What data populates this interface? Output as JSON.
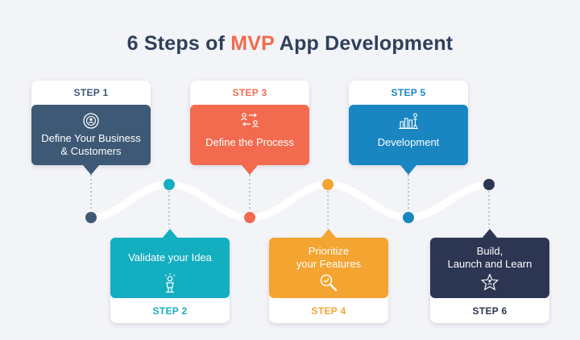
{
  "title": {
    "prefix": "6 Steps of ",
    "highlight": "MVP",
    "suffix": " App Development"
  },
  "colors": {
    "navy": "#2f3f5c",
    "steel": "#3d5975",
    "coral": "#f26b4e",
    "blue": "#1a86c1",
    "teal": "#14aec1",
    "orange": "#f4a431",
    "dark": "#2c3552"
  },
  "steps": [
    {
      "label": "STEP 1",
      "text": [
        "Define Your Business",
        "& Customers"
      ],
      "icon": "target-person-icon",
      "color": "#3d5975"
    },
    {
      "label": "STEP 2",
      "text": [
        "Validate your Idea"
      ],
      "icon": "idea-presenter-icon",
      "color": "#14aec1"
    },
    {
      "label": "STEP 3",
      "text": [
        "Define the Process"
      ],
      "icon": "process-exchange-icon",
      "color": "#f26b4e"
    },
    {
      "label": "STEP 4",
      "text": [
        "Prioritize",
        "your Features"
      ],
      "icon": "magnifier-check-icon",
      "color": "#f4a431"
    },
    {
      "label": "STEP 5",
      "text": [
        "Development"
      ],
      "icon": "bar-chart-person-icon",
      "color": "#1a86c1"
    },
    {
      "label": "STEP 6",
      "text": [
        "Build,",
        "Launch and Learn"
      ],
      "icon": "star-person-icon",
      "color": "#2c3552"
    }
  ]
}
